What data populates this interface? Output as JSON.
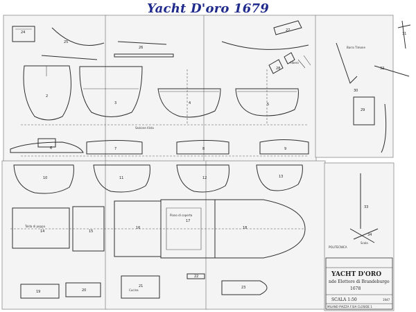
{
  "title": "Yacht D'oro 1679",
  "title_block": {
    "publisher": "POLITECNICA",
    "name": "YACHT D'ORO",
    "subtitle": "nde Elettore di Brandeburgo",
    "year": "1678",
    "scale": "SCALA 1:50",
    "footer": "MILANO PIAZZA F.SIA CLOSIDE 1",
    "footer_year": "1947"
  },
  "labels": {
    "stern_view": "Sezione Vista",
    "deck_plan": "Piano di coperta",
    "poop_deck": "Tolda di poppa",
    "stove": "Cucina",
    "rudder_tiller": "Barra Timone",
    "mast": "Albero",
    "ladder": "Scala"
  },
  "part_numbers": [
    "2",
    "3",
    "4",
    "5",
    "6",
    "7",
    "8",
    "9",
    "10",
    "11",
    "12",
    "13",
    "14",
    "15",
    "16",
    "17",
    "18",
    "19",
    "20",
    "21",
    "22",
    "23",
    "24",
    "25",
    "26",
    "27",
    "28",
    "29",
    "30",
    "31",
    "32",
    "33",
    "34"
  ]
}
